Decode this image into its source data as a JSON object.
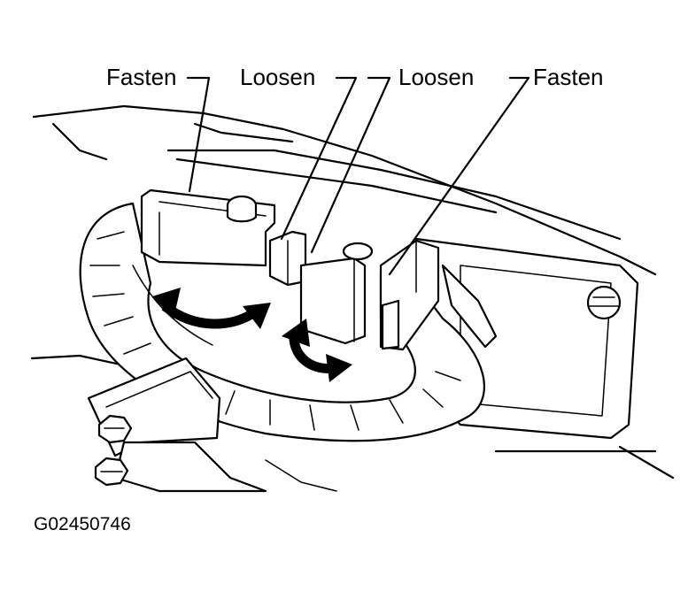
{
  "labels": {
    "fasten_left": "Fasten",
    "loosen_left": "Loosen",
    "loosen_right": "Loosen",
    "fasten_right": "Fasten"
  },
  "figure_id": "G02450746",
  "icons": [
    "rotation-arrow-icon",
    "bolt-icon"
  ]
}
